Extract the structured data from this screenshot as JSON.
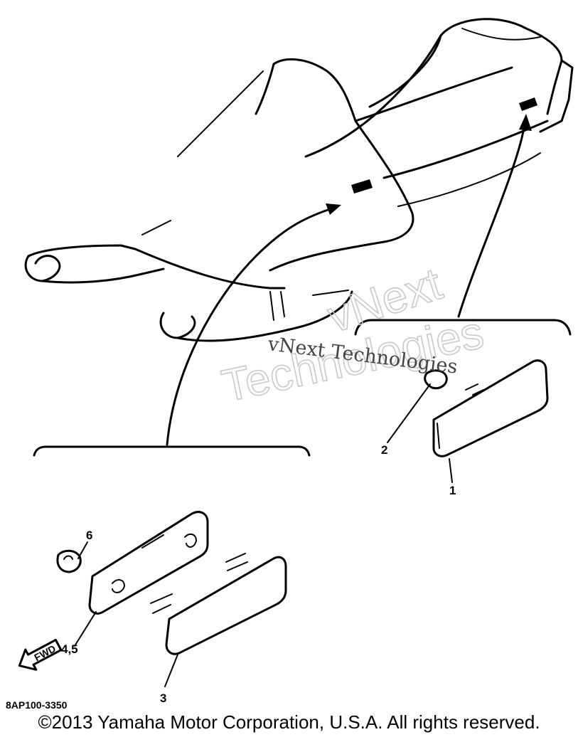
{
  "diagram": {
    "callouts": [
      "1",
      "2",
      "3",
      "4,5",
      "6"
    ],
    "fwd_label": "FWD",
    "drawing_code": "8AP100-3350",
    "watermark_large": [
      "vNext",
      "Technologies"
    ],
    "watermark_small": "vNext Technologies"
  },
  "footer": {
    "copyright": "©2013 Yamaha Motor Corporation, U.S.A. All rights reserved."
  }
}
